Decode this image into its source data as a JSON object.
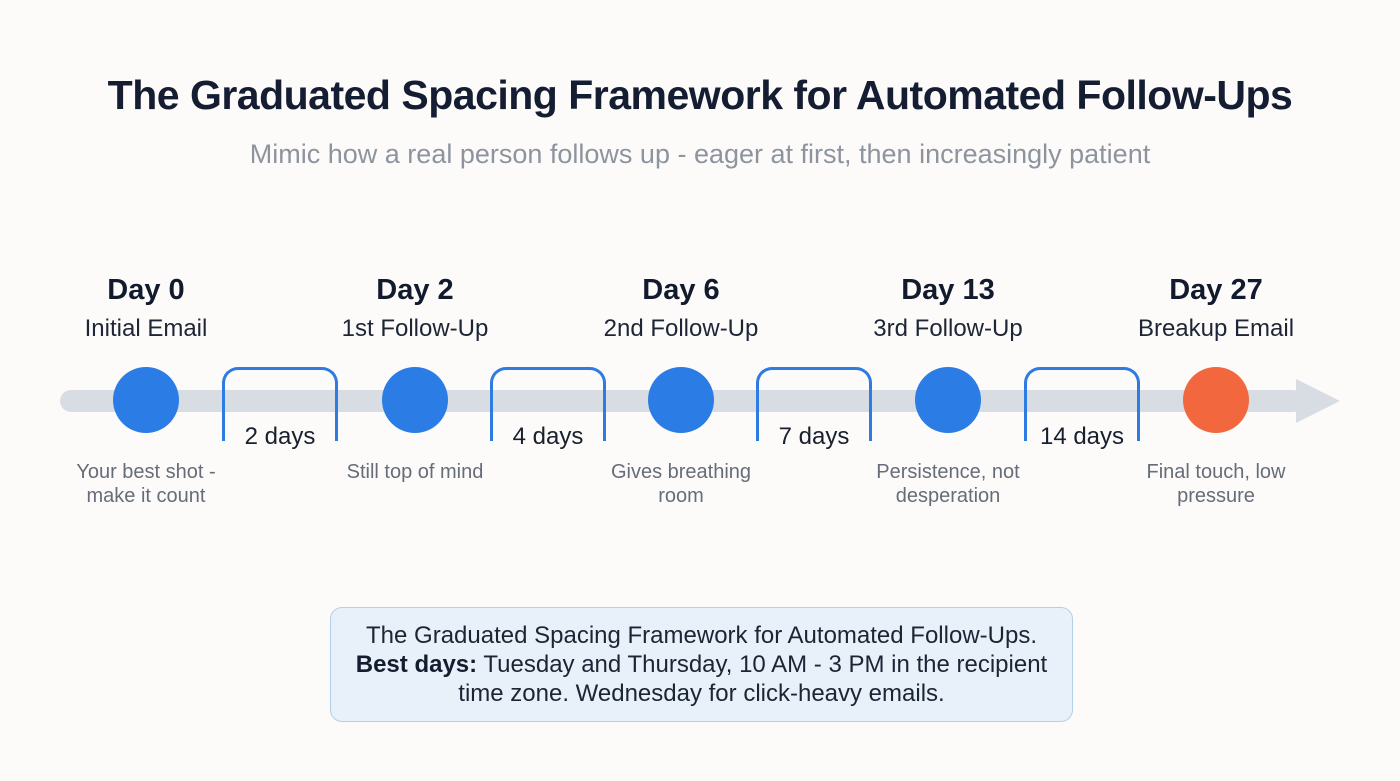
{
  "header": {
    "title": "The Graduated Spacing Framework for Automated Follow-Ups",
    "subtitle": "Mimic how a real person follows up - eager at first, then increasingly patient"
  },
  "timeline": {
    "milestones": [
      {
        "day": "Day 0",
        "label": "Initial Email",
        "description": "Your best shot - make it count",
        "color": "#2b7ce5"
      },
      {
        "day": "Day 2",
        "label": "1st Follow-Up",
        "description": "Still top of mind",
        "color": "#2b7ce5"
      },
      {
        "day": "Day 6",
        "label": "2nd Follow-Up",
        "description": "Gives breathing room",
        "color": "#2b7ce5"
      },
      {
        "day": "Day 13",
        "label": "3rd Follow-Up",
        "description": "Persistence, not desperation",
        "color": "#2b7ce5"
      },
      {
        "day": "Day 27",
        "label": "Breakup Email",
        "description": "Final touch, low pressure",
        "color": "#f2673d"
      }
    ],
    "gaps": [
      "2 days",
      "4 days",
      "7 days",
      "14 days"
    ]
  },
  "note": {
    "line1": "The Graduated Spacing Framework for Automated Follow-Ups.",
    "best_days_label": "Best days:",
    "best_days_text": " Tuesday and Thursday, 10 AM - 3 PM in the recipient time zone. Wednesday for click-heavy emails."
  },
  "colors": {
    "milestone_blue": "#2b7ce5",
    "milestone_orange": "#f2673d",
    "bracket_blue": "#2e7ce2",
    "timeline_gray": "#d8dde4",
    "note_background": "#e8f1fa",
    "note_border": "#b4cfea"
  }
}
